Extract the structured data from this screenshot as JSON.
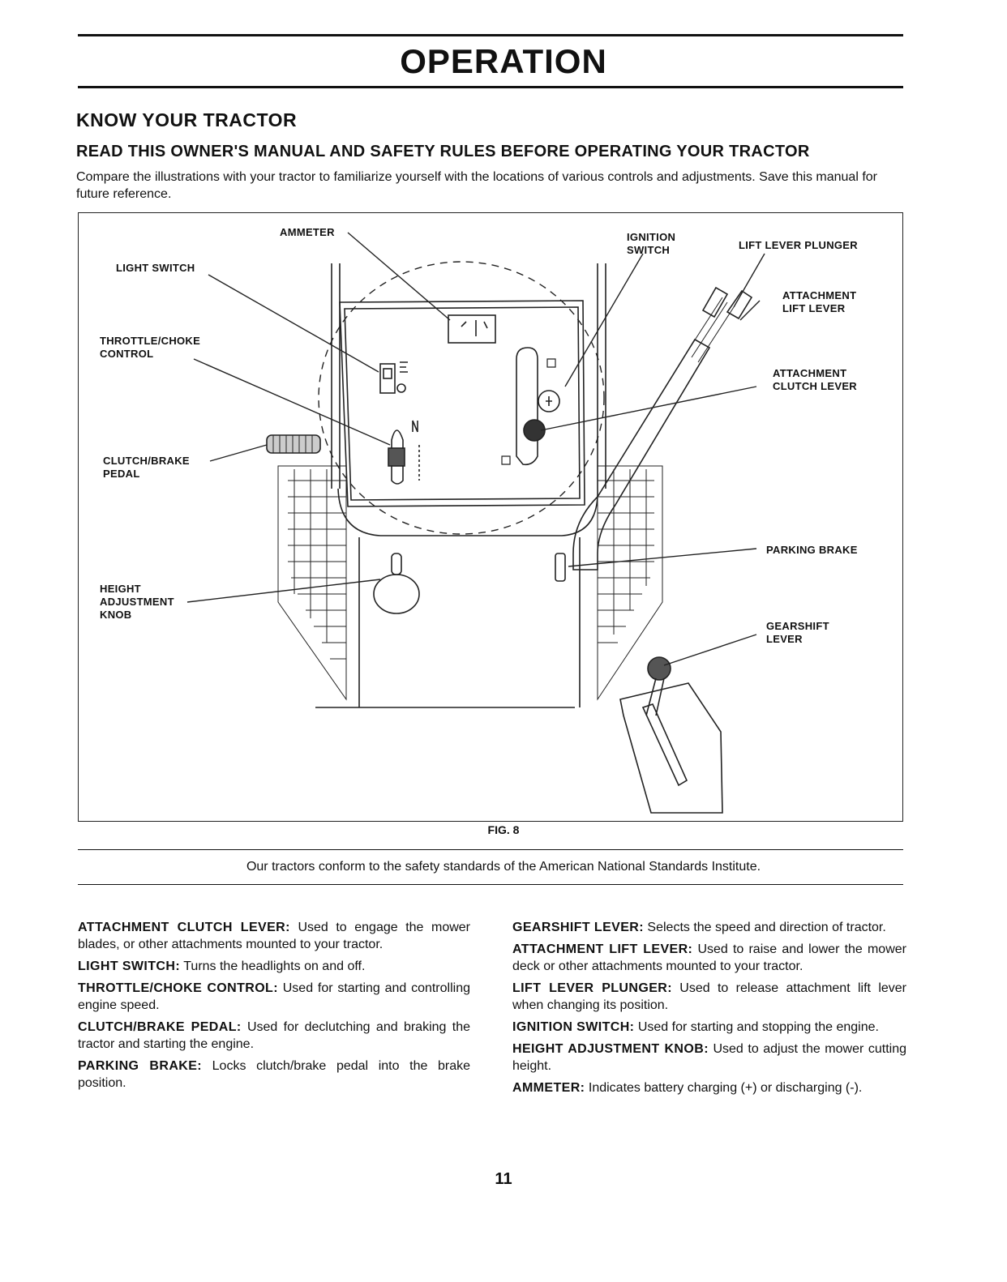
{
  "page": {
    "title": "OPERATION",
    "section_heading": "KNOW YOUR TRACTOR",
    "subheading": "READ THIS OWNER'S MANUAL AND SAFETY RULES BEFORE OPERATING YOUR TRACTOR",
    "intro": "Compare the illustrations with your tractor to familiarize yourself with the locations of various controls and adjustments. Save this manual for future reference.",
    "figure_caption": "FIG. 8",
    "standards_note": "Our tractors conform to the safety standards of the American National Standards Institute.",
    "page_number": "11"
  },
  "figure_labels": {
    "ammeter": "AMMETER",
    "ignition_switch": "IGNITION\nSWITCH",
    "lift_lever_plunger": "LIFT LEVER PLUNGER",
    "light_switch": "LIGHT SWITCH",
    "attachment_lift_lever": "ATTACHMENT\nLIFT LEVER",
    "throttle_choke": "THROTTLE/CHOKE\nCONTROL",
    "attachment_clutch_lever": "ATTACHMENT\nCLUTCH LEVER",
    "clutch_brake_pedal": "CLUTCH/BRAKE\nPEDAL",
    "parking_brake": "PARKING BRAKE",
    "height_adjustment_knob": "HEIGHT\nADJUSTMENT\nKNOB",
    "gearshift_lever": "GEARSHIFT\nLEVER"
  },
  "descriptions": {
    "left": [
      {
        "term": "ATTACHMENT CLUTCH LEVER:",
        "text": "Used to engage the mower blades, or other attachments mounted to your tractor."
      },
      {
        "term": "LIGHT SWITCH:",
        "text": "Turns the headlights on and off."
      },
      {
        "term": "THROTTLE/CHOKE CONTROL:",
        "text": "Used for starting and controlling engine speed."
      },
      {
        "term": "CLUTCH/BRAKE PEDAL:",
        "text": "Used for declutching and braking the tractor and starting the engine."
      },
      {
        "term": "PARKING BRAKE:",
        "text": "Locks clutch/brake pedal into the brake position."
      }
    ],
    "right": [
      {
        "term": "GEARSHIFT LEVER:",
        "text": "Selects the speed and direction of tractor."
      },
      {
        "term": "ATTACHMENT LIFT LEVER:",
        "text": "Used to raise and lower the mower deck or other attachments mounted to your tractor."
      },
      {
        "term": "LIFT LEVER PLUNGER:",
        "text": "Used to release attachment lift lever when changing its position."
      },
      {
        "term": "IGNITION SWITCH:",
        "text": "Used for starting and stopping the engine."
      },
      {
        "term": "HEIGHT ADJUSTMENT KNOB:",
        "text": "Used to adjust the mower cutting height."
      },
      {
        "term": "AMMETER:",
        "text": "Indicates battery charging (+) or discharging (-)."
      }
    ]
  }
}
